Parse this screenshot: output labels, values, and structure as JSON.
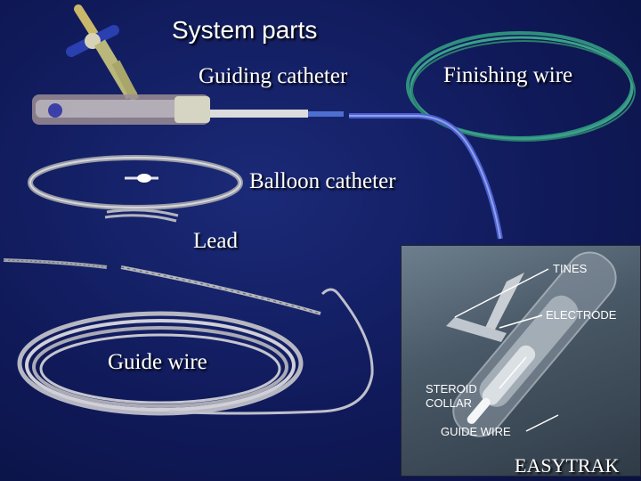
{
  "slide": {
    "title": "System parts",
    "labels": {
      "guiding_catheter": "Guiding catheter",
      "finishing_wire": "Finishing wire",
      "balloon_catheter": "Balloon catheter",
      "lead": "Lead",
      "guide_wire": "Guide wire",
      "easytrak": "EASYTRAK"
    },
    "inset": {
      "tines": "TINES",
      "electrode": "ELECTRODE",
      "steroid_collar": "STEROID COLLAR",
      "guide_wire": "GUIDE WIRE"
    }
  }
}
